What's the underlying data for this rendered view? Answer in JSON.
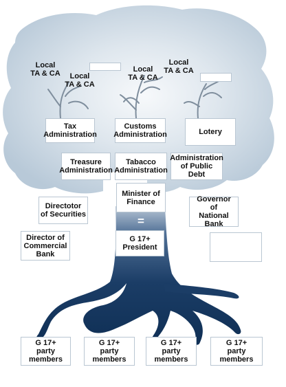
{
  "local_labels": {
    "a": "Local\nTA & CA",
    "b": "Local\nTA & CA",
    "c": "Local\nTA & CA",
    "d": "Local\nTA & CA"
  },
  "boxes": {
    "tax": "Tax\nAdministration",
    "customs": "Customs\nAdministration",
    "lotery": "Lotery",
    "treasure": "Treasure\nAdministration",
    "tabacco": "Tabacco\nAdministration",
    "public_debt": "Administration\nof Public\nDebt",
    "minister": "Minister of\nFinance",
    "president": "G 17+\nPresident",
    "director_securities": "Directotor\nof Securities",
    "director_commercial": "Director of\nCommercial\nBank",
    "governor": "Governor\nof\nNational Bank",
    "empty_right": ""
  },
  "equals_sign": "=",
  "members": [
    "G 17+\nparty members",
    "G 17+\nparty members",
    "G 17+\nparty members",
    "G 17+\nparty members"
  ],
  "colors": {
    "canopy": "#c9d6e2",
    "canopy_light": "#f4f7fa",
    "branch": "#7f8e9d",
    "trunk_dark": "#0f2f55",
    "trunk_mid": "#254c78",
    "box_border": "#b9c6d2"
  }
}
